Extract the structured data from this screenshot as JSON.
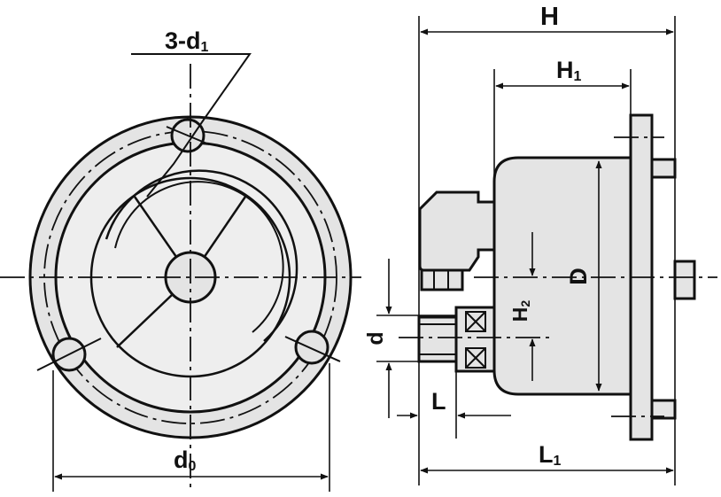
{
  "labels": {
    "bolt_holes": "3-d",
    "bolt_holes_sub": "1",
    "bolt_circle": "d",
    "bolt_circle_sub": "0",
    "overall_width": "H",
    "body_width": "H",
    "body_width_sub": "1",
    "diameter": "D",
    "offset": "H",
    "offset_sub": "2",
    "thread_dia": "d",
    "thread_len": "L",
    "total_length": "L",
    "total_length_sub": "1"
  },
  "colors": {
    "line": "#111111",
    "fill": "#e4e4e4",
    "background": "#ffffff"
  }
}
